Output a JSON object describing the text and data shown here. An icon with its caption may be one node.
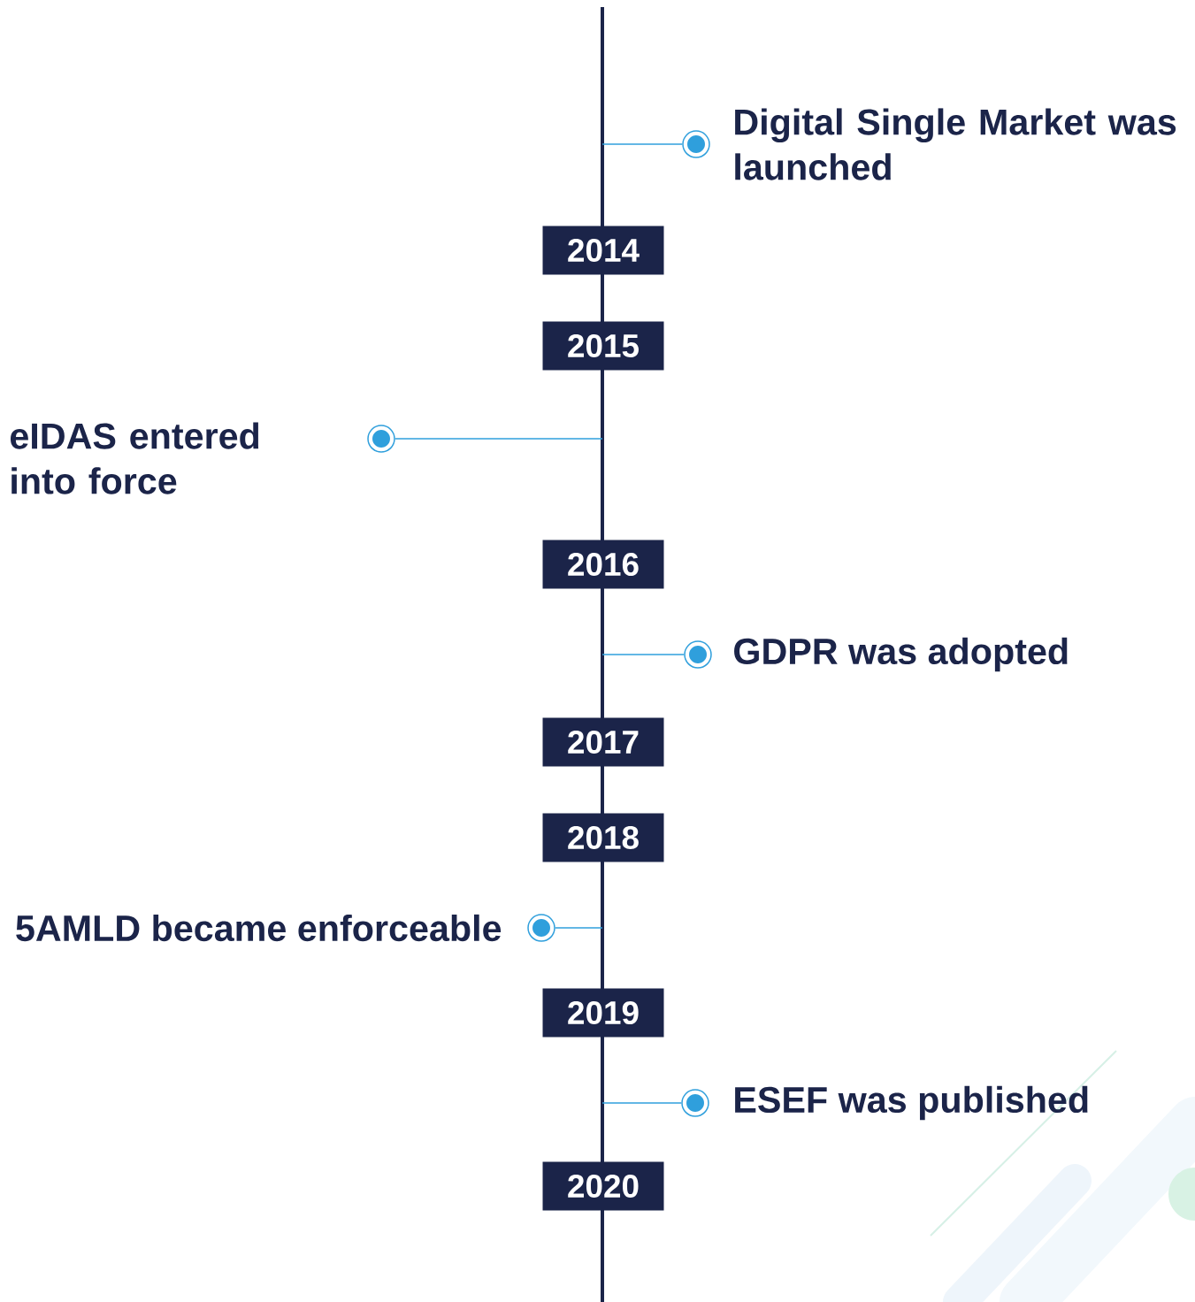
{
  "diagram": {
    "nodes": [
      {
        "text": [
          "Digital Single Market was launched"
        ]
      },
      {
        "text": [],
        "shape": "circle"
      },
      {
        "text": [
          "2014"
        ]
      },
      {
        "text": [
          "2015"
        ]
      },
      {
        "text": [
          "eIDAS entered into force"
        ]
      },
      {
        "text": [],
        "shape": "circle"
      },
      {
        "text": [
          "2016"
        ]
      },
      {
        "text": [
          "GDPR was adopted"
        ]
      },
      {
        "text": [],
        "shape": "circle"
      },
      {
        "text": [
          "2017"
        ]
      },
      {
        "text": [
          "2018"
        ]
      },
      {
        "text": [
          "5AMLD became enforceable"
        ]
      },
      {
        "text": [],
        "shape": "circle"
      },
      {
        "text": [
          "2019"
        ]
      },
      {
        "text": [
          "ESEF was published"
        ]
      },
      {
        "text": [],
        "shape": "circle"
      },
      {
        "text": [
          "2020"
        ]
      }
    ],
    "edges": [
      {
        "from": null,
        "to": 1,
        "arrow": "none"
      },
      {
        "from": null,
        "to": 5,
        "arrow": "none"
      },
      {
        "from": null,
        "to": 8,
        "arrow": "none"
      },
      {
        "from": null,
        "to": 12,
        "arrow": "none"
      },
      {
        "from": null,
        "to": 15,
        "arrow": "none"
      }
    ]
  }
}
